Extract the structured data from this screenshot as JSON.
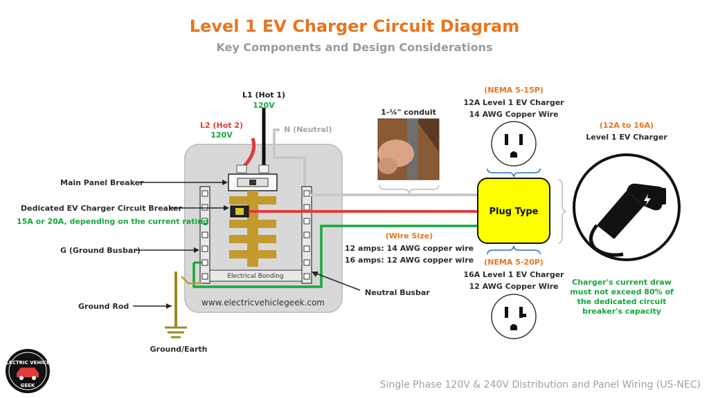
{
  "header": {
    "title": "Level 1 EV Charger Circuit Diagram",
    "subtitle": "Key Components and Design Considerations"
  },
  "wires": {
    "l1_name": "L1 (Hot 1)",
    "l1_voltage": "120V",
    "l2_name": "L2 (Hot 2)",
    "l2_voltage": "120V",
    "neutral": "N (Neutral)"
  },
  "panel": {
    "main_breaker": "Main Panel Breaker",
    "ev_breaker": "Dedicated EV Charger Circuit Breaker",
    "ev_breaker_note": "15A or 20A, depending on the current rating",
    "ground_busbar": "G (Ground Busbar)",
    "neutral_busbar": "Neutral Busbar",
    "bonding": "Electrical Bonding",
    "website": "www.electricvehiclegeek.com"
  },
  "grounding": {
    "rod": "Ground Rod",
    "earth": "Ground/Earth"
  },
  "conduit": {
    "label": "1-¼\" conduit"
  },
  "wire_size": {
    "title": "(Wire Size)",
    "line1": "12 amps: 14 AWG copper wire",
    "line2": "16 amps: 12 AWG copper wire"
  },
  "plug": {
    "label": "Plug Type",
    "nema515": {
      "title": "(NEMA 5-15P)",
      "line1": "12A Level 1 EV Charger",
      "line2": "14 AWG Copper Wire"
    },
    "nema520": {
      "title": "(NEMA 5-20P)",
      "line1": "16A Level 1 EV Charger",
      "line2": "12 AWG Copper Wire"
    }
  },
  "charger": {
    "title": "(12A to 16A)",
    "name": "Level 1 EV Charger",
    "note1": "Charger's current draw",
    "note2": "must not exceed 80% of",
    "note3": "the dedicated circuit",
    "note4": "breaker's capacity"
  },
  "logo": {
    "top": "ELECTRIC VEHICLE",
    "bottom": "GEEK"
  },
  "footer": {
    "caption": "Single Phase 120V & 240V Distribution and Panel Wiring (US-NEC)"
  },
  "colors": {
    "accent": "#e8741e",
    "hot_red": "#e23b3b",
    "ground_green": "#14a83c",
    "neutral_grey": "#c8c8c8",
    "busbar_gold": "#c49a2c",
    "plug_yellow": "#ffff00"
  }
}
